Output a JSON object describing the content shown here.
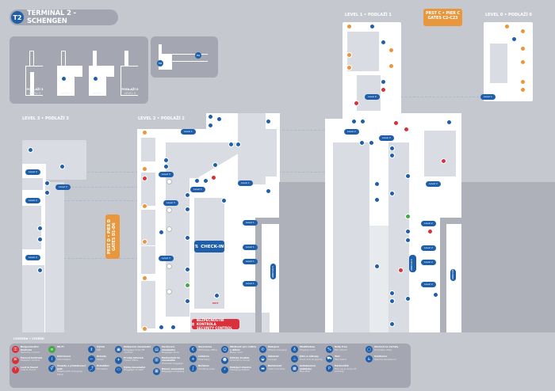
{
  "header": {
    "badge": "T2",
    "title": "TERMINAL 2 - SCHENGEN"
  },
  "overview": {
    "levels": [
      {
        "cz": "PODLAŽÍ 3",
        "en": "LEVEL 3"
      },
      {
        "cz": "PODLAŽÍ 2",
        "en": "LEVEL 2"
      },
      {
        "cz": "PODLAŽÍ 1",
        "en": "LEVEL 1"
      },
      {
        "cz": "PODLAŽÍ 0",
        "en": "LEVEL 0"
      }
    ],
    "terminal_badges": [
      "T2",
      "T1"
    ]
  },
  "map": {
    "level3_label": "LEVEL 3 • PODLAŽÍ 3",
    "level2_label": "LEVEL 2 • PODLAŽÍ 2",
    "level1_label": "LEVEL 1 • PODLAŽÍ 1",
    "level0_label": "LEVEL 0 • PODLAŽÍ 0",
    "pier_d": "PRST D • PIER D GATES D1-D6",
    "pier_c": {
      "line1": "PRST C • PIER C",
      "line2": "GATES C2-C23"
    },
    "check_in": "CHECK-IN",
    "security": {
      "cz": "BEZPEČNOSTNÍ KONTROLA",
      "en": "SECURITY CONTROL"
    },
    "arrivals_vertical": "ARRIVALS",
    "pill_level1": "Level 1",
    "pill_level2": "Level 2",
    "pill_level3": "Level 3",
    "pill_level0": "Level 0",
    "exit_label": "EXIT"
  },
  "legend": {
    "title": "LEGENDA • LEGEND",
    "columns": [
      [
        {
          "cz": "Bezpečnostní kontrola",
          "en": "Security control",
          "color": "#d9313b",
          "icon": "security-icon",
          "glyph": "⚿"
        },
        {
          "cz": "Pasová kontrola",
          "en": "Passport control",
          "color": "#d9313b",
          "icon": "passport-icon",
          "glyph": "⛿"
        },
        {
          "cz": "Lost & found",
          "en": "Lost & found",
          "color": "#d9313b",
          "icon": "lost-found-icon",
          "glyph": "?"
        }
      ],
      [
        {
          "cz": "Wi-Fi",
          "en": "",
          "color": "#44a848",
          "icon": "wifi-icon",
          "glyph": "≋"
        },
        {
          "cz": "Informace",
          "en": "Information",
          "color": "#1f5faa",
          "icon": "info-icon",
          "glyph": "i"
        },
        {
          "cz": "Toalety a přebalovací pult",
          "en": "Toilets with changing table",
          "color": "#1f5faa",
          "icon": "toilets-icon",
          "glyph": "⚥"
        }
      ],
      [
        {
          "cz": "Výtah",
          "en": "Lift",
          "color": "#1f5faa",
          "icon": "lift-icon",
          "glyph": "⇕"
        },
        {
          "cz": "Schody",
          "en": "Stairs",
          "color": "#1f5faa",
          "icon": "stairs-icon",
          "glyph": "⌐"
        },
        {
          "cz": "Eskalátor",
          "en": "Escalator",
          "color": "#1f5faa",
          "icon": "escalator-icon",
          "glyph": "⤴"
        }
      ],
      [
        {
          "cz": "Odbavení zavazadel",
          "en": "Baggage drop-off counter",
          "color": "#1f5faa",
          "icon": "baggage-drop-icon",
          "glyph": "▣"
        },
        {
          "cz": "Prodej letenek",
          "en": "Ticket office",
          "color": "#1f5faa",
          "icon": "ticket-icon",
          "glyph": "✈"
        },
        {
          "cz": "Výdej zavazadel",
          "en": "Baggage reclaim",
          "color": "#1f5faa",
          "icon": "baggage-reclaim-icon",
          "glyph": "▭"
        }
      ],
      [
        {
          "cz": "Úschovna zavazadel",
          "en": "Baggage store",
          "color": "#1f5faa",
          "icon": "baggage-store-icon",
          "glyph": "▤"
        },
        {
          "cz": "Nadrozměrná zavazadla",
          "en": "Oversize baggage",
          "color": "#1f5faa",
          "icon": "oversize-icon",
          "glyph": "▥"
        },
        {
          "cz": "Balení zavazadel",
          "en": "Baggage wrapping",
          "color": "#1f5faa",
          "icon": "wrapping-icon",
          "glyph": "▦"
        }
      ],
      [
        {
          "cz": "Směnárna",
          "en": "Exchange office",
          "color": "#1f5faa",
          "icon": "exchange-icon",
          "glyph": "€"
        },
        {
          "cz": "Lékárna",
          "en": "Pharmacy",
          "color": "#1f5faa",
          "icon": "pharmacy-icon",
          "glyph": "+"
        },
        {
          "cz": "Kuřárna",
          "en": "Smoking area",
          "color": "#1f5faa",
          "icon": "smoking-icon",
          "glyph": "∫"
        }
      ],
      [
        {
          "cz": "Místnost pro rodiče s dětmi",
          "en": "Baby room",
          "color": "#1f5faa",
          "icon": "baby-room-icon",
          "glyph": "☺"
        },
        {
          "cz": "Dětský koutek",
          "en": "Children's corner",
          "color": "#1f5faa",
          "icon": "children-icon",
          "glyph": "☻"
        },
        {
          "cz": "Dobíjecí stanice",
          "en": "Charging station",
          "color": "#1f5faa",
          "icon": "charging-icon",
          "glyph": "⚡"
        }
      ],
      [
        {
          "cz": "Nabíjení",
          "en": "Phone charging",
          "color": "#1f5faa",
          "icon": "phone-icon",
          "glyph": "✆"
        },
        {
          "cz": "Salonek",
          "en": "Lounge",
          "color": "#1f5faa",
          "icon": "lounge-icon",
          "glyph": "◒"
        },
        {
          "cz": "Bankomat",
          "en": "Cash machine",
          "color": "#1f5faa",
          "icon": "atm-icon",
          "glyph": "▬"
        }
      ],
      [
        {
          "cz": "Modlitebna",
          "en": "Praying room",
          "color": "#1f5faa",
          "icon": "praying-icon",
          "glyph": "♁"
        },
        {
          "cz": "Jídlo a nákupy",
          "en": "Food and shopping",
          "color": "#1f5faa",
          "icon": "food-icon",
          "glyph": "♨"
        },
        {
          "cz": "Autobusové zastávky",
          "en": "Bus stop",
          "color": "#1f5faa",
          "icon": "bus-icon",
          "glyph": "▩"
        }
      ],
      [
        {
          "cz": "Duty free",
          "en": "Tax refund",
          "color": "#1f5faa",
          "icon": "tax-refund-icon",
          "glyph": "%"
        },
        {
          "cz": "Taxi",
          "en": "Taxi stand",
          "color": "#1f5faa",
          "icon": "taxi-icon",
          "glyph": "⛟"
        },
        {
          "cz": "Parkoviště",
          "en": "Pick-up & drop-off parking",
          "color": "#1f5faa",
          "icon": "parking-icon",
          "glyph": "P"
        }
      ],
      [
        {
          "cz": "Obchod se zvířaty",
          "en": "Domestic shop",
          "color": "#1f5faa",
          "icon": "shop-icon",
          "glyph": "▢"
        },
        {
          "cz": "Asistence",
          "en": "Special assistance",
          "color": "#1f5faa",
          "icon": "assistance-icon",
          "glyph": "♿"
        }
      ]
    ]
  }
}
